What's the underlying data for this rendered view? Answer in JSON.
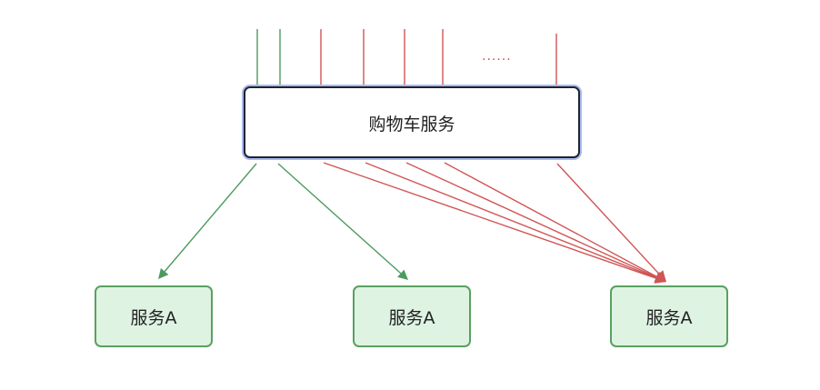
{
  "cart_service": {
    "label": "购物车服务"
  },
  "services": [
    {
      "label": "服务A"
    },
    {
      "label": "服务A"
    },
    {
      "label": "服务A"
    }
  ],
  "ellipsis": {
    "text": "......"
  },
  "colors": {
    "green_arrow": "#4e9a5e",
    "red_arrow": "#d05555",
    "service_fill": "#dff3e2",
    "service_border": "#5aa060",
    "cart_border": "#1f2330",
    "cart_glow": "#a9b9f0"
  }
}
